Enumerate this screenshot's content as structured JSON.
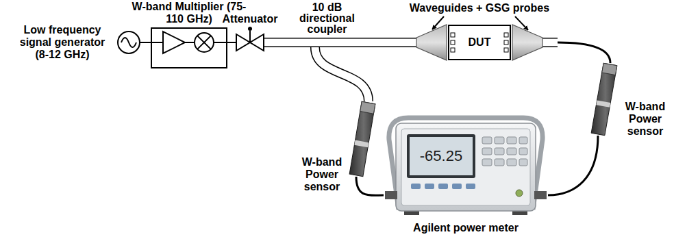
{
  "diagram": {
    "nodes": [
      {
        "text": [
          "Low frequency signal generator (8-12 GHz)"
        ]
      },
      {
        "text": [
          "W-band Multiplier (75-110 GHz)"
        ]
      },
      {
        "text": [
          "Attenuator"
        ]
      },
      {
        "text": [
          "10 dB directional coupler"
        ]
      },
      {
        "text": [
          "DUT"
        ]
      },
      {
        "text": [
          "W-band Power sensor"
        ]
      },
      {
        "text": [
          "W-band Power sensor"
        ]
      },
      {
        "text": [
          "-65.25",
          "Agilent power meter"
        ]
      }
    ],
    "edges": [
      {
        "from": 0,
        "to": 1,
        "arrow": "none"
      },
      {
        "from": 1,
        "to": 2,
        "arrow": "none"
      },
      {
        "from": 2,
        "to": 3,
        "arrow": "none"
      },
      {
        "from": 3,
        "to": 4,
        "arrow": "none"
      },
      {
        "from": 3,
        "to": 5,
        "arrow": "none"
      },
      {
        "from": 4,
        "to": 6,
        "arrow": "none"
      },
      {
        "from": 5,
        "to": 7,
        "arrow": "none"
      },
      {
        "from": 6,
        "to": 7,
        "arrow": "none"
      }
    ],
    "labels": [
      "Waveguides + GSG probes"
    ]
  }
}
